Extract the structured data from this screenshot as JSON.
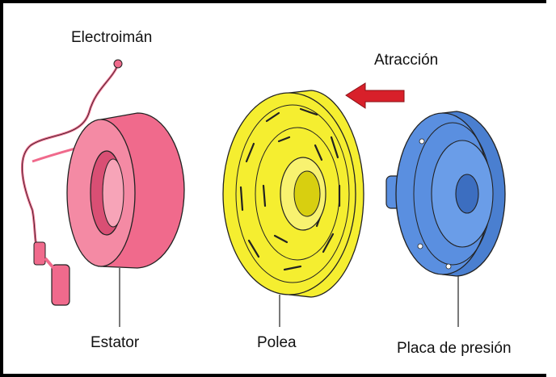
{
  "labels": {
    "electroiman": "Electroimán",
    "atraccion": "Atracción",
    "estator": "Estator",
    "polea": "Polea",
    "placa": "Placa de presión"
  },
  "colors": {
    "estator": "#f06a8c",
    "polea": "#f5ee30",
    "placa": "#5a8fe0",
    "arrow": "#d8202a",
    "outline": "#222222"
  }
}
